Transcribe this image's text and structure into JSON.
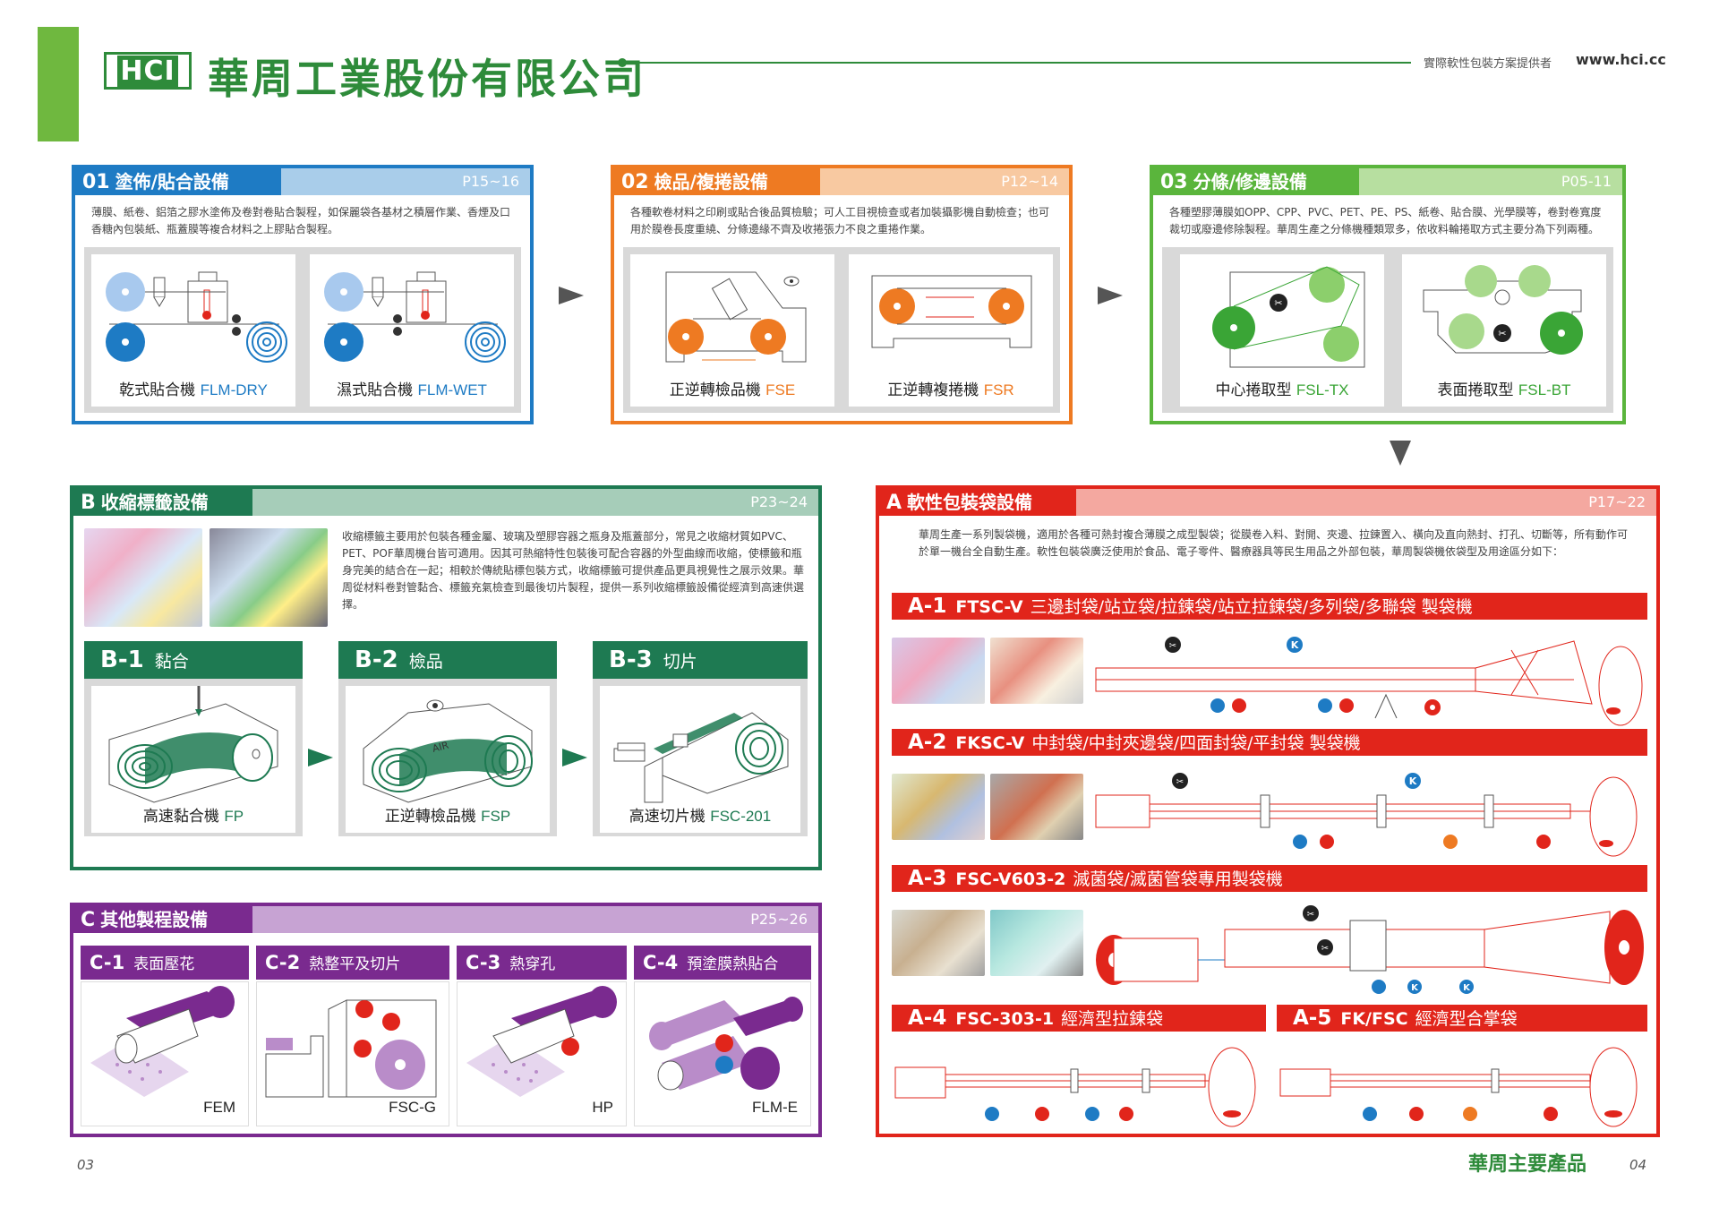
{
  "header": {
    "logo": "HCI",
    "company": "華周工業股份有限公司",
    "tagline": "實際軟性包裝方案提供者",
    "website": "www.hci.cc"
  },
  "colors": {
    "green": "#2e8b3a",
    "blue": "#1e7bc4",
    "orange": "#ee7a22",
    "lightgreen": "#5ab53c",
    "red": "#e1251b",
    "purple": "#7a2a8f",
    "darkgreen": "#1e7a52"
  },
  "p01": {
    "num": "01",
    "title": "塗佈/貼合設備",
    "page": "P15~16",
    "desc": "薄膜、紙卷、鋁箔之膠水塗佈及卷對卷貼合製程，如保麗袋各基材之積層作業、香煙及口香糖內包裝紙、瓶蓋膜等複合材料之上膠貼合製程。",
    "cards": [
      {
        "name": "乾式貼合機",
        "code": "FLM-DRY"
      },
      {
        "name": "濕式貼合機",
        "code": "FLM-WET"
      }
    ]
  },
  "p02": {
    "num": "02",
    "title": "檢品/複捲設備",
    "page": "P12~14",
    "desc": "各種軟卷材料之印刷或貼合後品質檢驗；可人工目視檢查或者加裝攝影機自動檢查；也可用於膜卷長度重繞、分條邊緣不齊及收捲張力不良之重捲作業。",
    "cards": [
      {
        "name": "正逆轉檢品機",
        "code": "FSE"
      },
      {
        "name": "正逆轉複捲機",
        "code": "FSR"
      }
    ]
  },
  "p03": {
    "num": "03",
    "title": "分條/修邊設備",
    "page": "P05-11",
    "desc": "各種塑膠薄膜如OPP、CPP、PVC、PET、PE、PS、紙卷、貼合膜、光學膜等，卷對卷寬度裁切或廢邊修除製程。華周生產之分條機種類眾多，依收料輪捲取方式主要分為下列兩種。",
    "cards": [
      {
        "name": "中心捲取型",
        "code": "FSL-TX"
      },
      {
        "name": "表面捲取型",
        "code": "FSL-BT"
      }
    ]
  },
  "pB": {
    "num": "B",
    "title": "收縮標籤設備",
    "page": "P23~24",
    "desc": "收縮標籤主要用於包裝各種金屬、玻璃及塑膠容器之瓶身及瓶蓋部分，常見之收縮材質如PVC、PET、POF華周機台皆可適用。因其可熱縮特性包裝後可配合容器的外型曲線而收縮，使標籤和瓶身完美的結合在一起；相較於傳統貼標包裝方式，收縮標籤可提供產品更具視覺性之展示效果。華周從材料卷對管黏合、標籤充氣檢查到最後切片製程，提供一系列收縮標籤設備從經濟到高速供選擇。",
    "subs": [
      {
        "id": "B-1",
        "label": "黏合",
        "name": "高速黏合機",
        "code": "FP"
      },
      {
        "id": "B-2",
        "label": "檢品",
        "name": "正逆轉檢品機",
        "code": "FSP"
      },
      {
        "id": "B-3",
        "label": "切片",
        "name": "高速切片機",
        "code": "FSC-201"
      }
    ],
    "air": "AIR"
  },
  "pA": {
    "num": "A",
    "title": "軟性包裝袋設備",
    "page": "P17~22",
    "desc": "華周生產一系列製袋機，適用於各種可熱封複合薄膜之成型製袋；從膜卷入料、對開、夾邊、拉鍊置入、橫向及直向熱封、打孔、切斷等，所有動作可於單一機台全自動生產。軟性包裝袋廣泛使用於食品、電子零件、醫療器具等民生用品之外部包裝，華周製袋機依袋型及用途區分如下：",
    "rows": [
      {
        "id": "A-1",
        "model": "FTSC-V",
        "text": "三邊封袋/站立袋/拉鍊袋/站立拉鍊袋/多列袋/多聯袋 製袋機"
      },
      {
        "id": "A-2",
        "model": "FKSC-V",
        "text": "中封袋/中封夾邊袋/四面封袋/平封袋 製袋機"
      },
      {
        "id": "A-3",
        "model": "FSC-V603-2",
        "text": "滅菌袋/滅菌管袋專用製袋機"
      },
      {
        "id": "A-4",
        "model": "FSC-303-1",
        "text": "經濟型拉鍊袋"
      },
      {
        "id": "A-5",
        "model": "FK/FSC",
        "text": "經濟型合掌袋"
      }
    ],
    "k": "K"
  },
  "pC": {
    "num": "C",
    "title": "其他製程設備",
    "page": "P25~26",
    "subs": [
      {
        "id": "C-1",
        "label": "表面壓花",
        "code": "FEM"
      },
      {
        "id": "C-2",
        "label": "熱整平及切片",
        "code": "FSC-G"
      },
      {
        "id": "C-3",
        "label": "熱穿孔",
        "code": "HP"
      },
      {
        "id": "C-4",
        "label": "預塗膜熱貼合",
        "code": "FLM-E"
      }
    ]
  },
  "footer": {
    "left_page": "03",
    "right_page": "04",
    "title": "華周主要產品"
  }
}
